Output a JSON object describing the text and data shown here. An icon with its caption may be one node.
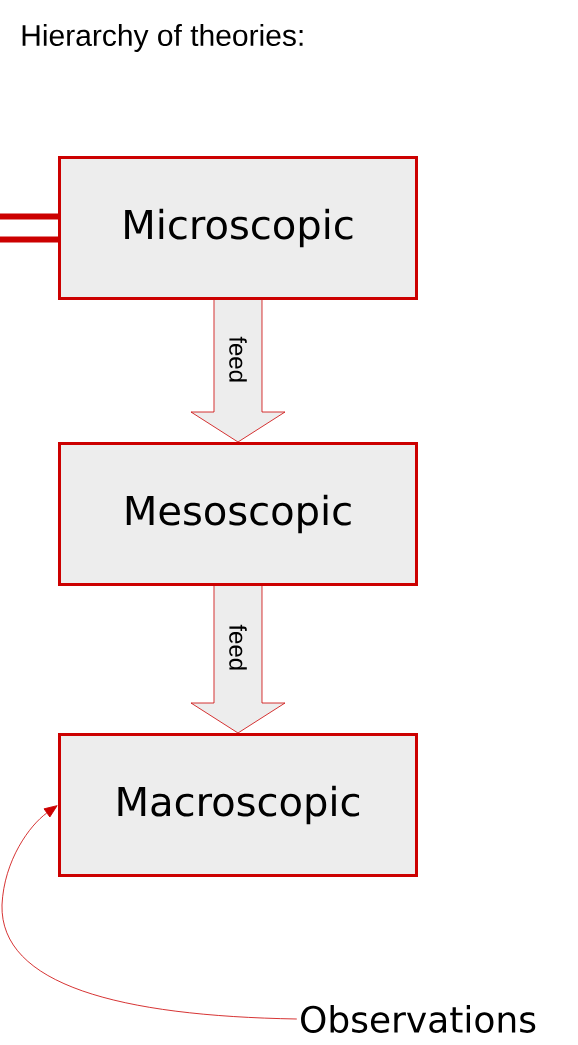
{
  "diagram": {
    "title": "Hierarchy of theories:",
    "nodes": [
      {
        "text": [
          "Microscopic"
        ]
      },
      {
        "text": [
          "Mesoscopic"
        ]
      },
      {
        "text": [
          "Macroscopic"
        ]
      },
      {
        "text": [
          "Observations"
        ]
      }
    ],
    "edges": [
      {
        "from": 0,
        "to": 1,
        "arrow": "to",
        "label": "feed"
      },
      {
        "from": 1,
        "to": 2,
        "arrow": "to",
        "label": "feed"
      },
      {
        "from": 3,
        "to": 2,
        "arrow": "to"
      },
      {
        "from": null,
        "to": 0,
        "arrow": "none",
        "style": "thick"
      }
    ]
  }
}
